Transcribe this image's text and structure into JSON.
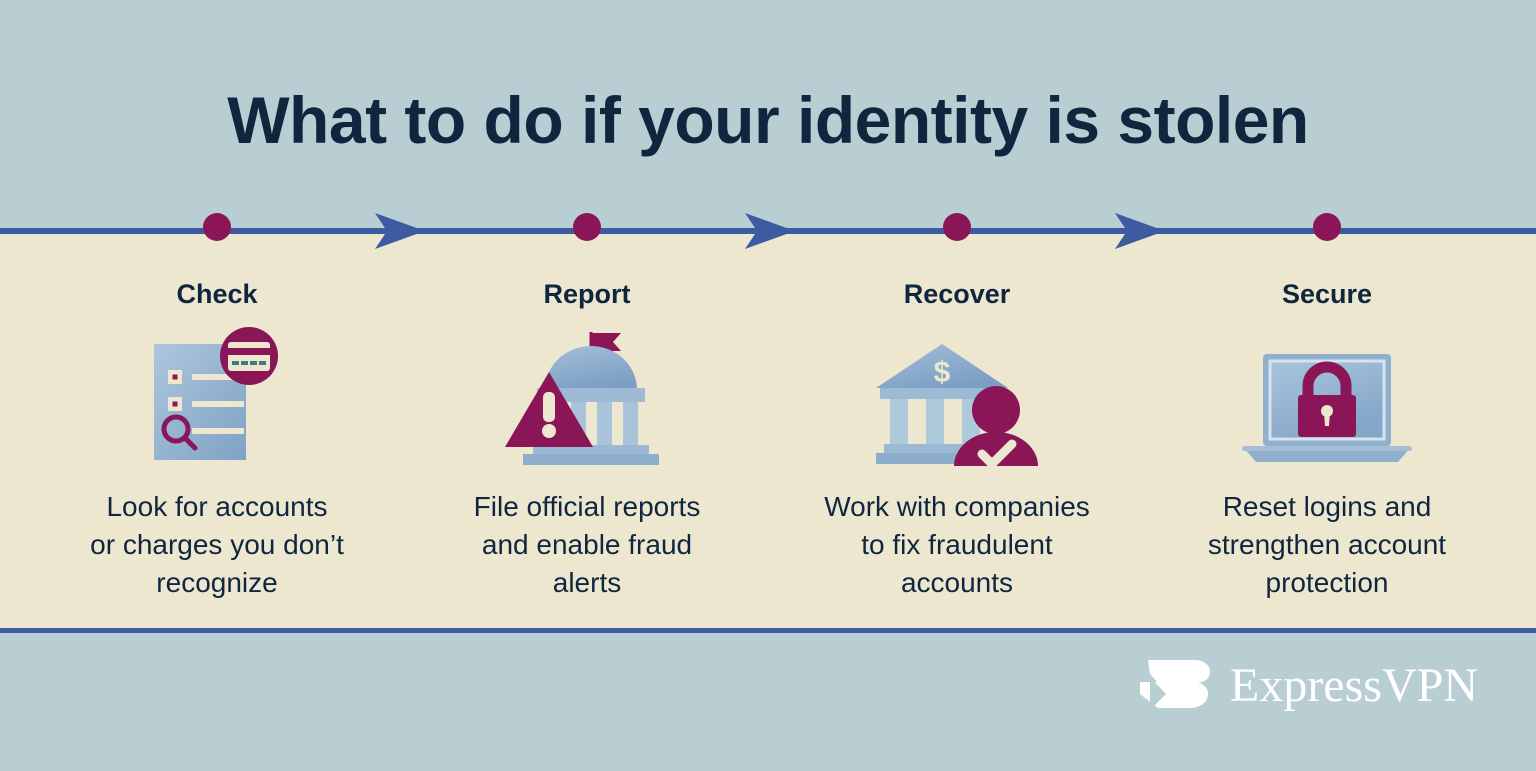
{
  "page": {
    "title": "What to do if your identity is stolen"
  },
  "colors": {
    "background_top": "#b9ced2",
    "background_band": "#ede7cf",
    "rule": "#3c5ba0",
    "accent_maroon": "#8a1658",
    "text_navy": "#10263f",
    "icon_blue": "#8aaacb",
    "icon_blue_dark": "#6d92b8",
    "logo_white": "#ffffff"
  },
  "timeline": {
    "steps": [
      {
        "label": "Check",
        "description": "Look for accounts\nor charges you don’t\nrecognize",
        "icon": "document-checklist-magnifier-creditcard-icon"
      },
      {
        "label": "Report",
        "description": "File official reports\nand enable fraud\nalerts",
        "icon": "government-building-warning-icon"
      },
      {
        "label": "Recover",
        "description": "Work with companies\nto fix fraudulent\naccounts",
        "icon": "bank-person-check-icon"
      },
      {
        "label": "Secure",
        "description": "Reset logins and\nstrengthen account\nprotection",
        "icon": "laptop-padlock-icon"
      }
    ],
    "connectors": [
      {
        "icon": "arrow-right-icon"
      },
      {
        "icon": "arrow-right-icon"
      },
      {
        "icon": "arrow-right-icon"
      }
    ]
  },
  "brand": {
    "name": "ExpressVPN",
    "mark_icon": "expressvpn-e-mark-icon"
  }
}
